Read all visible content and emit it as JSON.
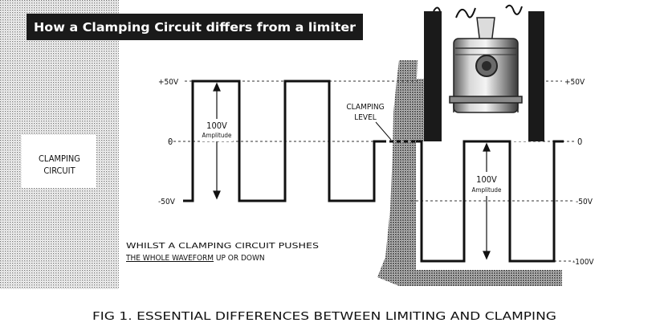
{
  "title_banner": "How a Clamping Circuit differs from a limiter",
  "left_box_label": [
    "CLAMPING",
    "CIRCUIT"
  ],
  "input_levels": {
    "top": "+50V",
    "middle": "0",
    "bottom": "-50V"
  },
  "input_amplitude": {
    "value": "100V",
    "unit_label": "Amplitude"
  },
  "clamping_level_label": [
    "CLAMPING",
    "LEVEL"
  ],
  "output_levels": {
    "top": "+50V",
    "zero": "0",
    "mid": "-50V",
    "bottom": "-100V"
  },
  "output_amplitude": {
    "value": "100V",
    "unit_label": "Amplitude"
  },
  "note_line1": "WHILST A CLAMPING CIRCUIT PUSHES",
  "note_line2_underlined": "THE WHOLE WAVEFORM",
  "note_line2_rest": " UP OR DOWN",
  "figure_caption": "FIG 1.  ESSENTIAL DIFFERENCES BETWEEN LIMITING AND CLAMPING",
  "colors": {
    "ink": "#111111",
    "banner": "#1a1a1a",
    "stipple": "#8a8a8a",
    "paper": "#ffffff"
  }
}
